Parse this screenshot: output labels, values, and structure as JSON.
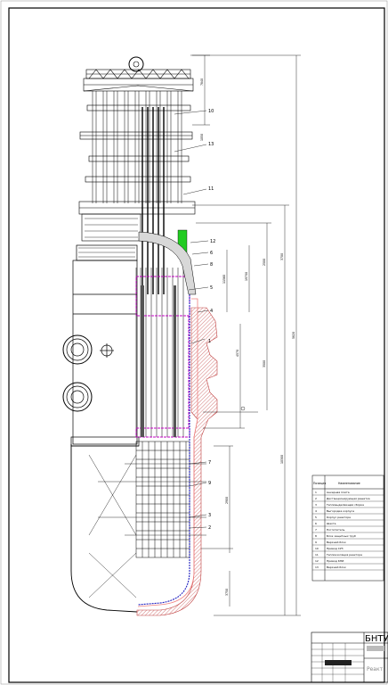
{
  "drawing": {
    "title_block": {
      "organization": "БНТУ",
      "subtitle": "Реакт"
    },
    "callouts": [
      "10",
      "13",
      "11",
      "12",
      "6",
      "8",
      "5",
      "4",
      "7",
      "9",
      "3",
      "2",
      "1"
    ],
    "spec_table": {
      "headers": [
        "Позиция",
        "Наименование"
      ],
      "rows": [
        {
          "pos": "1",
          "name": "Анкерная плита"
        },
        {
          "pos": "2",
          "name": "Дистанционирующая решетка"
        },
        {
          "pos": "3",
          "name": "Тепловыделяющая сборка"
        },
        {
          "pos": "4",
          "name": "Выгородка корпуса"
        },
        {
          "pos": "5",
          "name": "Корпус реактора"
        },
        {
          "pos": "6",
          "name": "Шахта"
        },
        {
          "pos": "7",
          "name": "Поглотитель"
        },
        {
          "pos": "8",
          "name": "Блок защитных труб"
        },
        {
          "pos": "9",
          "name": "Верхний блок"
        },
        {
          "pos": "10",
          "name": "Привод СУЗ"
        },
        {
          "pos": "11",
          "name": "Теплоизоляция реактора"
        },
        {
          "pos": "12",
          "name": "Привод КНИ"
        },
        {
          "pos": "13",
          "name": "Верхний блок"
        }
      ]
    },
    "dimensions": [
      "7840",
      "5820",
      "3700",
      "10300",
      "2500",
      "3500",
      "19750",
      "4570",
      "11560",
      "2900",
      "3750",
      "1050"
    ]
  }
}
